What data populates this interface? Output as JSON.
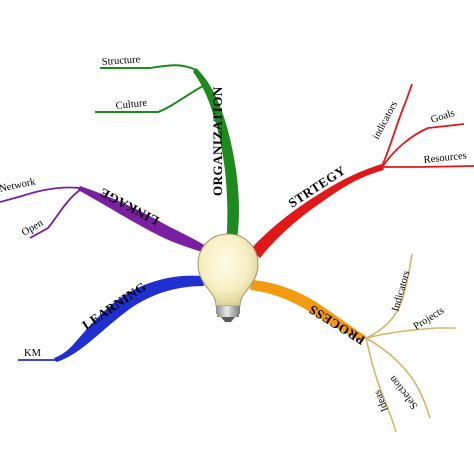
{
  "center": {
    "icon": "lightbulb-icon"
  },
  "branches": {
    "organization": {
      "label": "ORGANIZATION",
      "color": "#1c8a1c",
      "children": [
        "Structure",
        "Culture"
      ]
    },
    "strategy": {
      "label": "STRTEGY",
      "color": "#e01818",
      "children": [
        "indicators",
        "Goals",
        "Resources"
      ]
    },
    "linkage": {
      "label": "LINKAGE",
      "color": "#7b1fa2",
      "children": [
        "Network",
        "Open"
      ]
    },
    "learning": {
      "label": "LEARNING",
      "color": "#1f2fd0",
      "children": [
        "KM"
      ]
    },
    "process": {
      "label": "PROCESS",
      "color": "#f29a10",
      "sub_color": "#d9b36a",
      "children": [
        "Indicators",
        "Projects",
        "Selection",
        "Ideas"
      ]
    }
  }
}
